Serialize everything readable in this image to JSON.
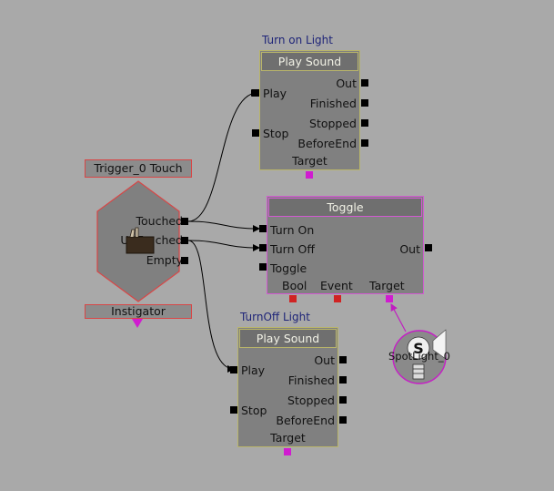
{
  "comments": {
    "turn_on": "Turn on Light",
    "turn_off": "TurnOff Light"
  },
  "play_sound_on": {
    "title": "Play Sound",
    "inputs": [
      "Play",
      "Stop"
    ],
    "outputs": [
      "Out",
      "Finished",
      "Stopped",
      "BeforeEnd"
    ],
    "variable": "Target"
  },
  "play_sound_off": {
    "title": "Play Sound",
    "inputs": [
      "Play",
      "Stop"
    ],
    "outputs": [
      "Out",
      "Finished",
      "Stopped",
      "BeforeEnd"
    ],
    "variable": "Target"
  },
  "toggle": {
    "title": "Toggle",
    "inputs": [
      "Turn On",
      "Turn Off",
      "Toggle"
    ],
    "outputs": [
      "Out"
    ],
    "variables": [
      "Bool",
      "Event",
      "Target"
    ]
  },
  "trigger_event": {
    "title": "Trigger_0 Touch",
    "outputs": [
      "Touched",
      "UnTouched",
      "Empty"
    ],
    "instigator": "Instigator"
  },
  "spotlight": {
    "label": "SpotLight_0",
    "icon": "spotlight-icon"
  },
  "colors": {
    "background": "#a9a9a9",
    "node_body": "#808080",
    "node_border_action": "#b9b56a",
    "node_border_toggle": "#d25ad2",
    "event_border": "#d84646",
    "comment_text": "#1e2478",
    "var_pin": "#d01cd0",
    "bool_pin": "#d02323"
  }
}
